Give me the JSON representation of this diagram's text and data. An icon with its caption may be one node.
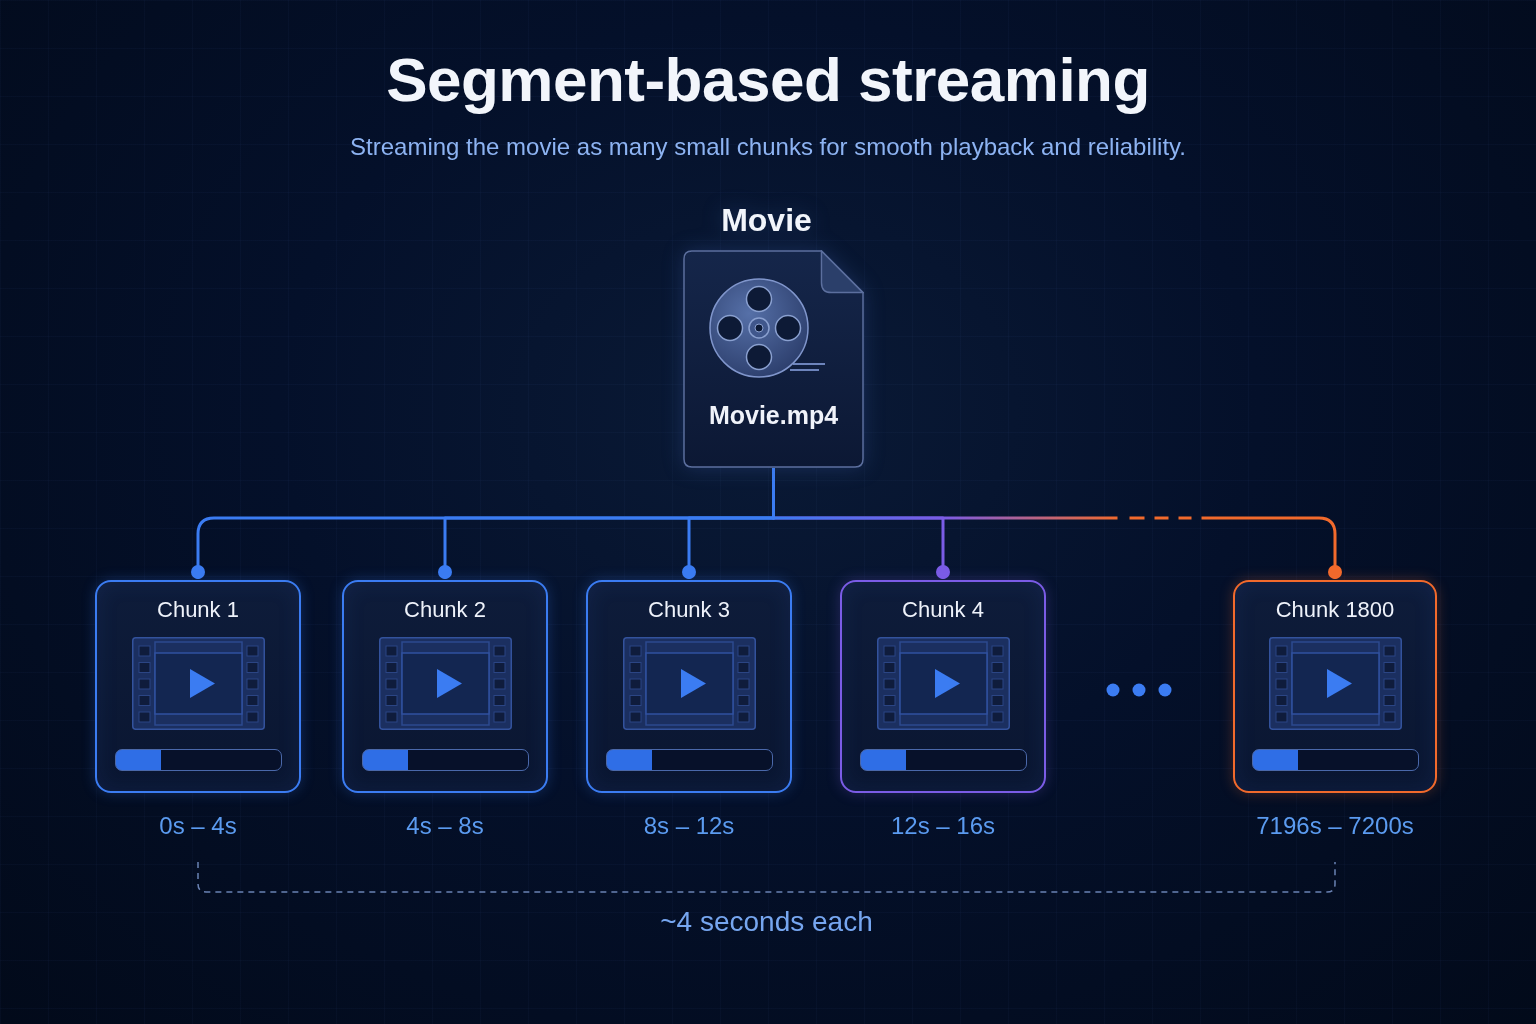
{
  "diagram": {
    "title": "Segment-based streaming",
    "caption": "Streaming the movie as many small chunks for smooth playback and reliability.",
    "nodes": [
      {
        "text": [
          "Movie",
          "Movie.mp4"
        ]
      },
      {
        "text": [
          "Chunk 1"
        ],
        "beside": [
          "0s – 4s"
        ]
      },
      {
        "text": [
          "Chunk 2"
        ],
        "beside": [
          "4s – 8s"
        ]
      },
      {
        "text": [
          "Chunk 3"
        ],
        "beside": [
          "8s – 12s"
        ]
      },
      {
        "text": [
          "Chunk 4"
        ],
        "beside": [
          "12s – 16s"
        ]
      },
      {
        "text": [
          "Chunk 1800"
        ],
        "beside": [
          "7196s – 7200s"
        ]
      }
    ],
    "edges": [
      {
        "from": 0,
        "to": 1,
        "arrow": "other"
      },
      {
        "from": 0,
        "to": 2,
        "arrow": "other"
      },
      {
        "from": 0,
        "to": 3,
        "arrow": "other"
      },
      {
        "from": 0,
        "to": 4,
        "arrow": "other",
        "color": "#7b5ce6"
      },
      {
        "from": 0,
        "to": 5,
        "arrow": "other",
        "style": "dashed",
        "color": "#f26a2c"
      }
    ],
    "labels": [
      "~4 seconds each"
    ]
  }
}
